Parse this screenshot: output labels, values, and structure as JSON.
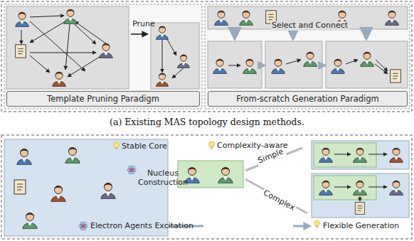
{
  "diagram": {
    "caption": "(a) Existing MAS topology design methods.",
    "nodes": [
      {
        "text": [
          "Template Pruning Paradigm"
        ]
      },
      {
        "text": [
          "From-scratch Generation Paradigm"
        ]
      }
    ],
    "labels": [
      "Prune",
      "Select and Connect",
      "Stable Core",
      "Nucleus Construction",
      "Complexity-aware",
      "Simple",
      "Complex",
      "Electron Agents Excitation",
      "Flexible Generation"
    ]
  }
}
